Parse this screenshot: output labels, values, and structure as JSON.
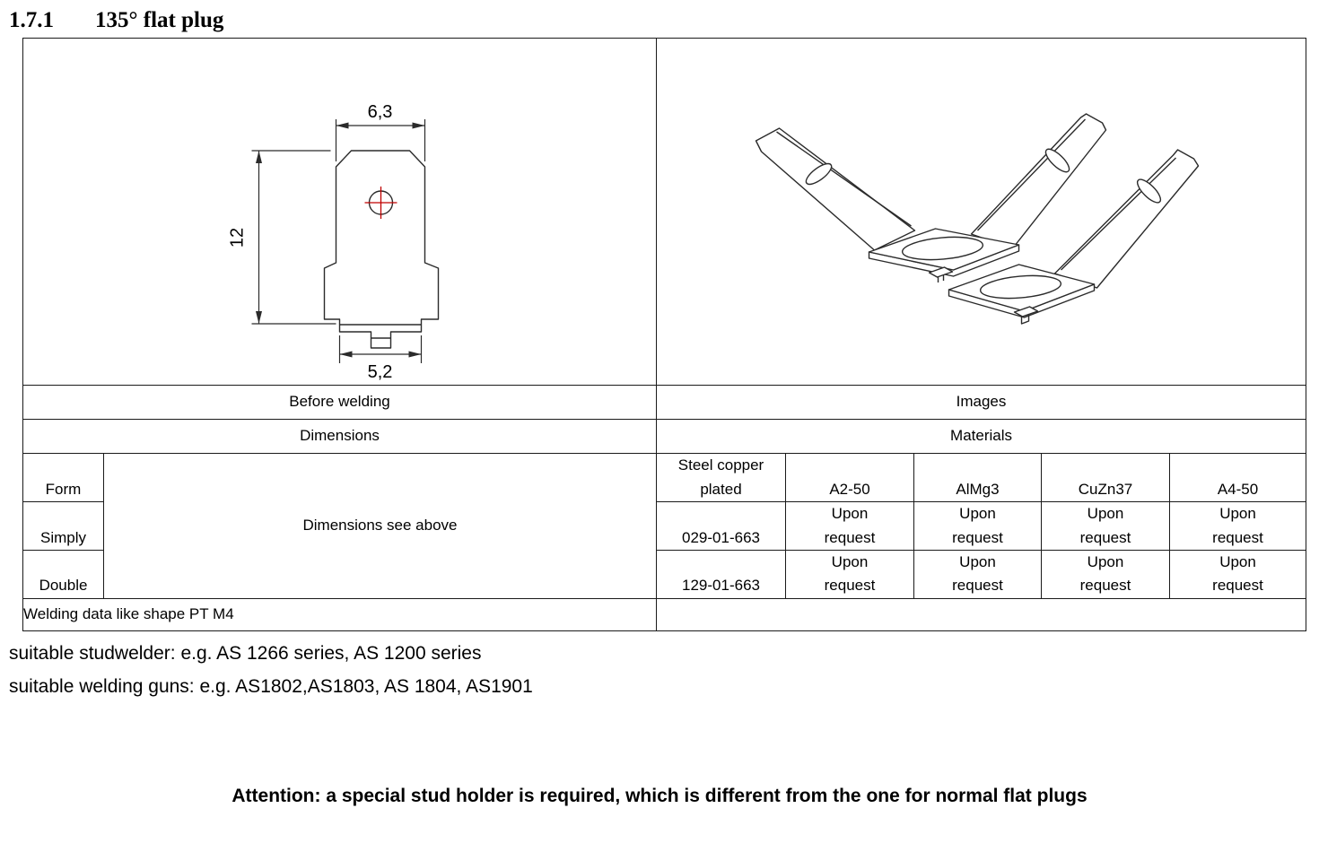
{
  "header": {
    "section_number": "1.7.1",
    "title": "135° flat plug"
  },
  "drawing": {
    "dim_width_top": "6,3",
    "dim_height": "12",
    "dim_width_bottom": "5,2"
  },
  "table": {
    "before_welding": "Before welding",
    "images": "Images",
    "dimensions": "Dimensions",
    "materials_header": "Materials",
    "form_label": "Form",
    "simply_label": "Simply",
    "double_label": "Double",
    "dimensions_note": "Dimensions see above",
    "material_columns": [
      "Steel copper plated",
      "A2-50",
      "AlMg3",
      "CuZn37",
      "A4-50"
    ],
    "simply_row": [
      "029-01-663",
      "Upon request",
      "Upon request",
      "Upon request",
      "Upon request"
    ],
    "double_row": [
      "129-01-663",
      "Upon request",
      "Upon request",
      "Upon request",
      "Upon request"
    ],
    "welding_note": "Welding data like shape PT M4"
  },
  "notes": {
    "studwelder": "suitable studwelder: e.g. AS 1266 series, AS 1200 series",
    "welding_guns": "suitable welding guns: e.g. AS1802,AS1803, AS 1804, AS1901",
    "attention": "Attention: a special stud holder is required, which is different from the one for normal flat plugs"
  }
}
